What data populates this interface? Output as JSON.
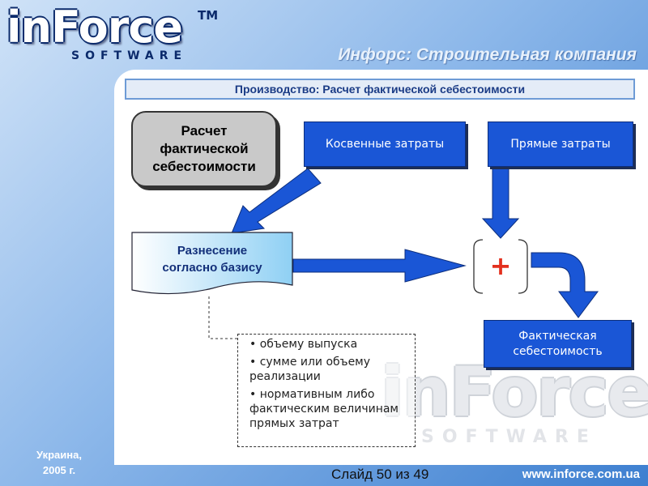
{
  "logo": {
    "word": "inForce",
    "software": "SOFTWARE",
    "tm": "TM"
  },
  "header": {
    "title": "Инфорс: Строительная компания"
  },
  "slide": {
    "title": "Производство: Расчет фактической себестоимости"
  },
  "diagram": {
    "calc_box": [
      "Расчет",
      "фактической",
      "себестоимости"
    ],
    "indirect_costs": "Косвенные затраты",
    "direct_costs": "Прямые затраты",
    "distribution": [
      "Разнесение",
      "согласно базису"
    ],
    "plus": "+",
    "actual_cost": [
      "Фактическая",
      "себестоимость"
    ],
    "bases": [
      "• объему выпуска",
      "• сумме или объему реализации",
      "• нормативным либо фактическим величинам прямых затрат"
    ]
  },
  "footer": {
    "location": [
      "Украина,",
      "2005 г."
    ],
    "slide_counter": "Слайд 50 из 49",
    "url": "www.inforce.com.ua"
  },
  "colors": {
    "box_blue": "#1a56d6",
    "arrow_blue": "#1a56d6",
    "plus_red": "#e3301e",
    "title_text": "#1b3c86"
  },
  "icons": {
    "plus": "plus-icon"
  }
}
